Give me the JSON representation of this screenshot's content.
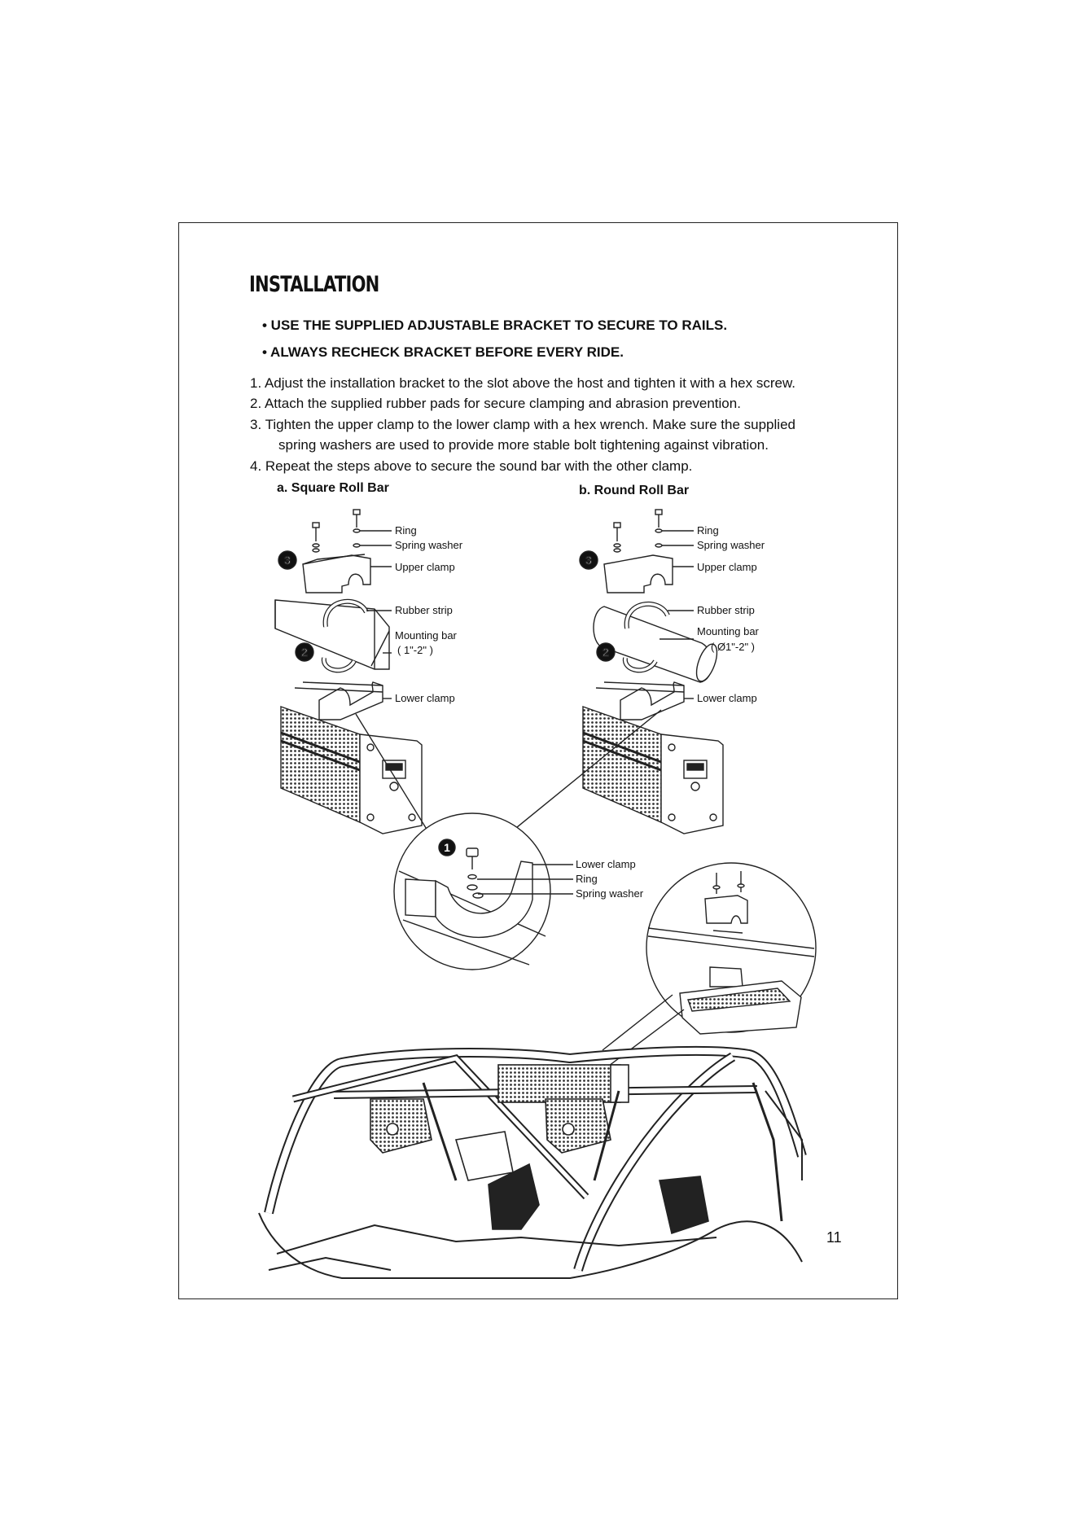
{
  "title": "INSTALLATION",
  "bullets": [
    "• USE THE SUPPLIED ADJUSTABLE BRACKET TO SECURE TO RAILS.",
    "• ALWAYS RECHECK BRACKET BEFORE EVERY RIDE."
  ],
  "steps": [
    "1. Adjust the installation bracket to the slot above the host and tighten it with a hex screw.",
    "2. Attach the supplied rubber pads for secure clamping and abrasion prevention.",
    "3. Tighten the upper clamp to the lower clamp with a hex wrench. Make sure the supplied",
    "spring washers are used to provide more stable bolt tightening against vibration.",
    "4. Repeat the steps above to secure the sound bar with the other clamp."
  ],
  "square": {
    "heading": "a. Square Roll Bar",
    "ring": "Ring",
    "spring_washer": "Spring washer",
    "upper_clamp": "Upper clamp",
    "rubber_strip": "Rubber strip",
    "mounting_bar": "Mounting bar",
    "size": "( 1\"-2\" )",
    "lower_clamp": "Lower clamp",
    "badge3": "3",
    "badge2": "2"
  },
  "round": {
    "heading": "b. Round Roll Bar",
    "ring": "Ring",
    "spring_washer": "Spring washer",
    "upper_clamp": "Upper clamp",
    "rubber_strip": "Rubber strip",
    "mounting_bar": "Mounting bar",
    "size": "( Ø1\"-2\" )",
    "lower_clamp": "Lower clamp",
    "badge3": "3",
    "badge2": "2"
  },
  "detail": {
    "badge1": "1",
    "lower_clamp": "Lower clamp",
    "ring": "Ring",
    "spring_washer": "Spring washer"
  },
  "page_number": "11"
}
